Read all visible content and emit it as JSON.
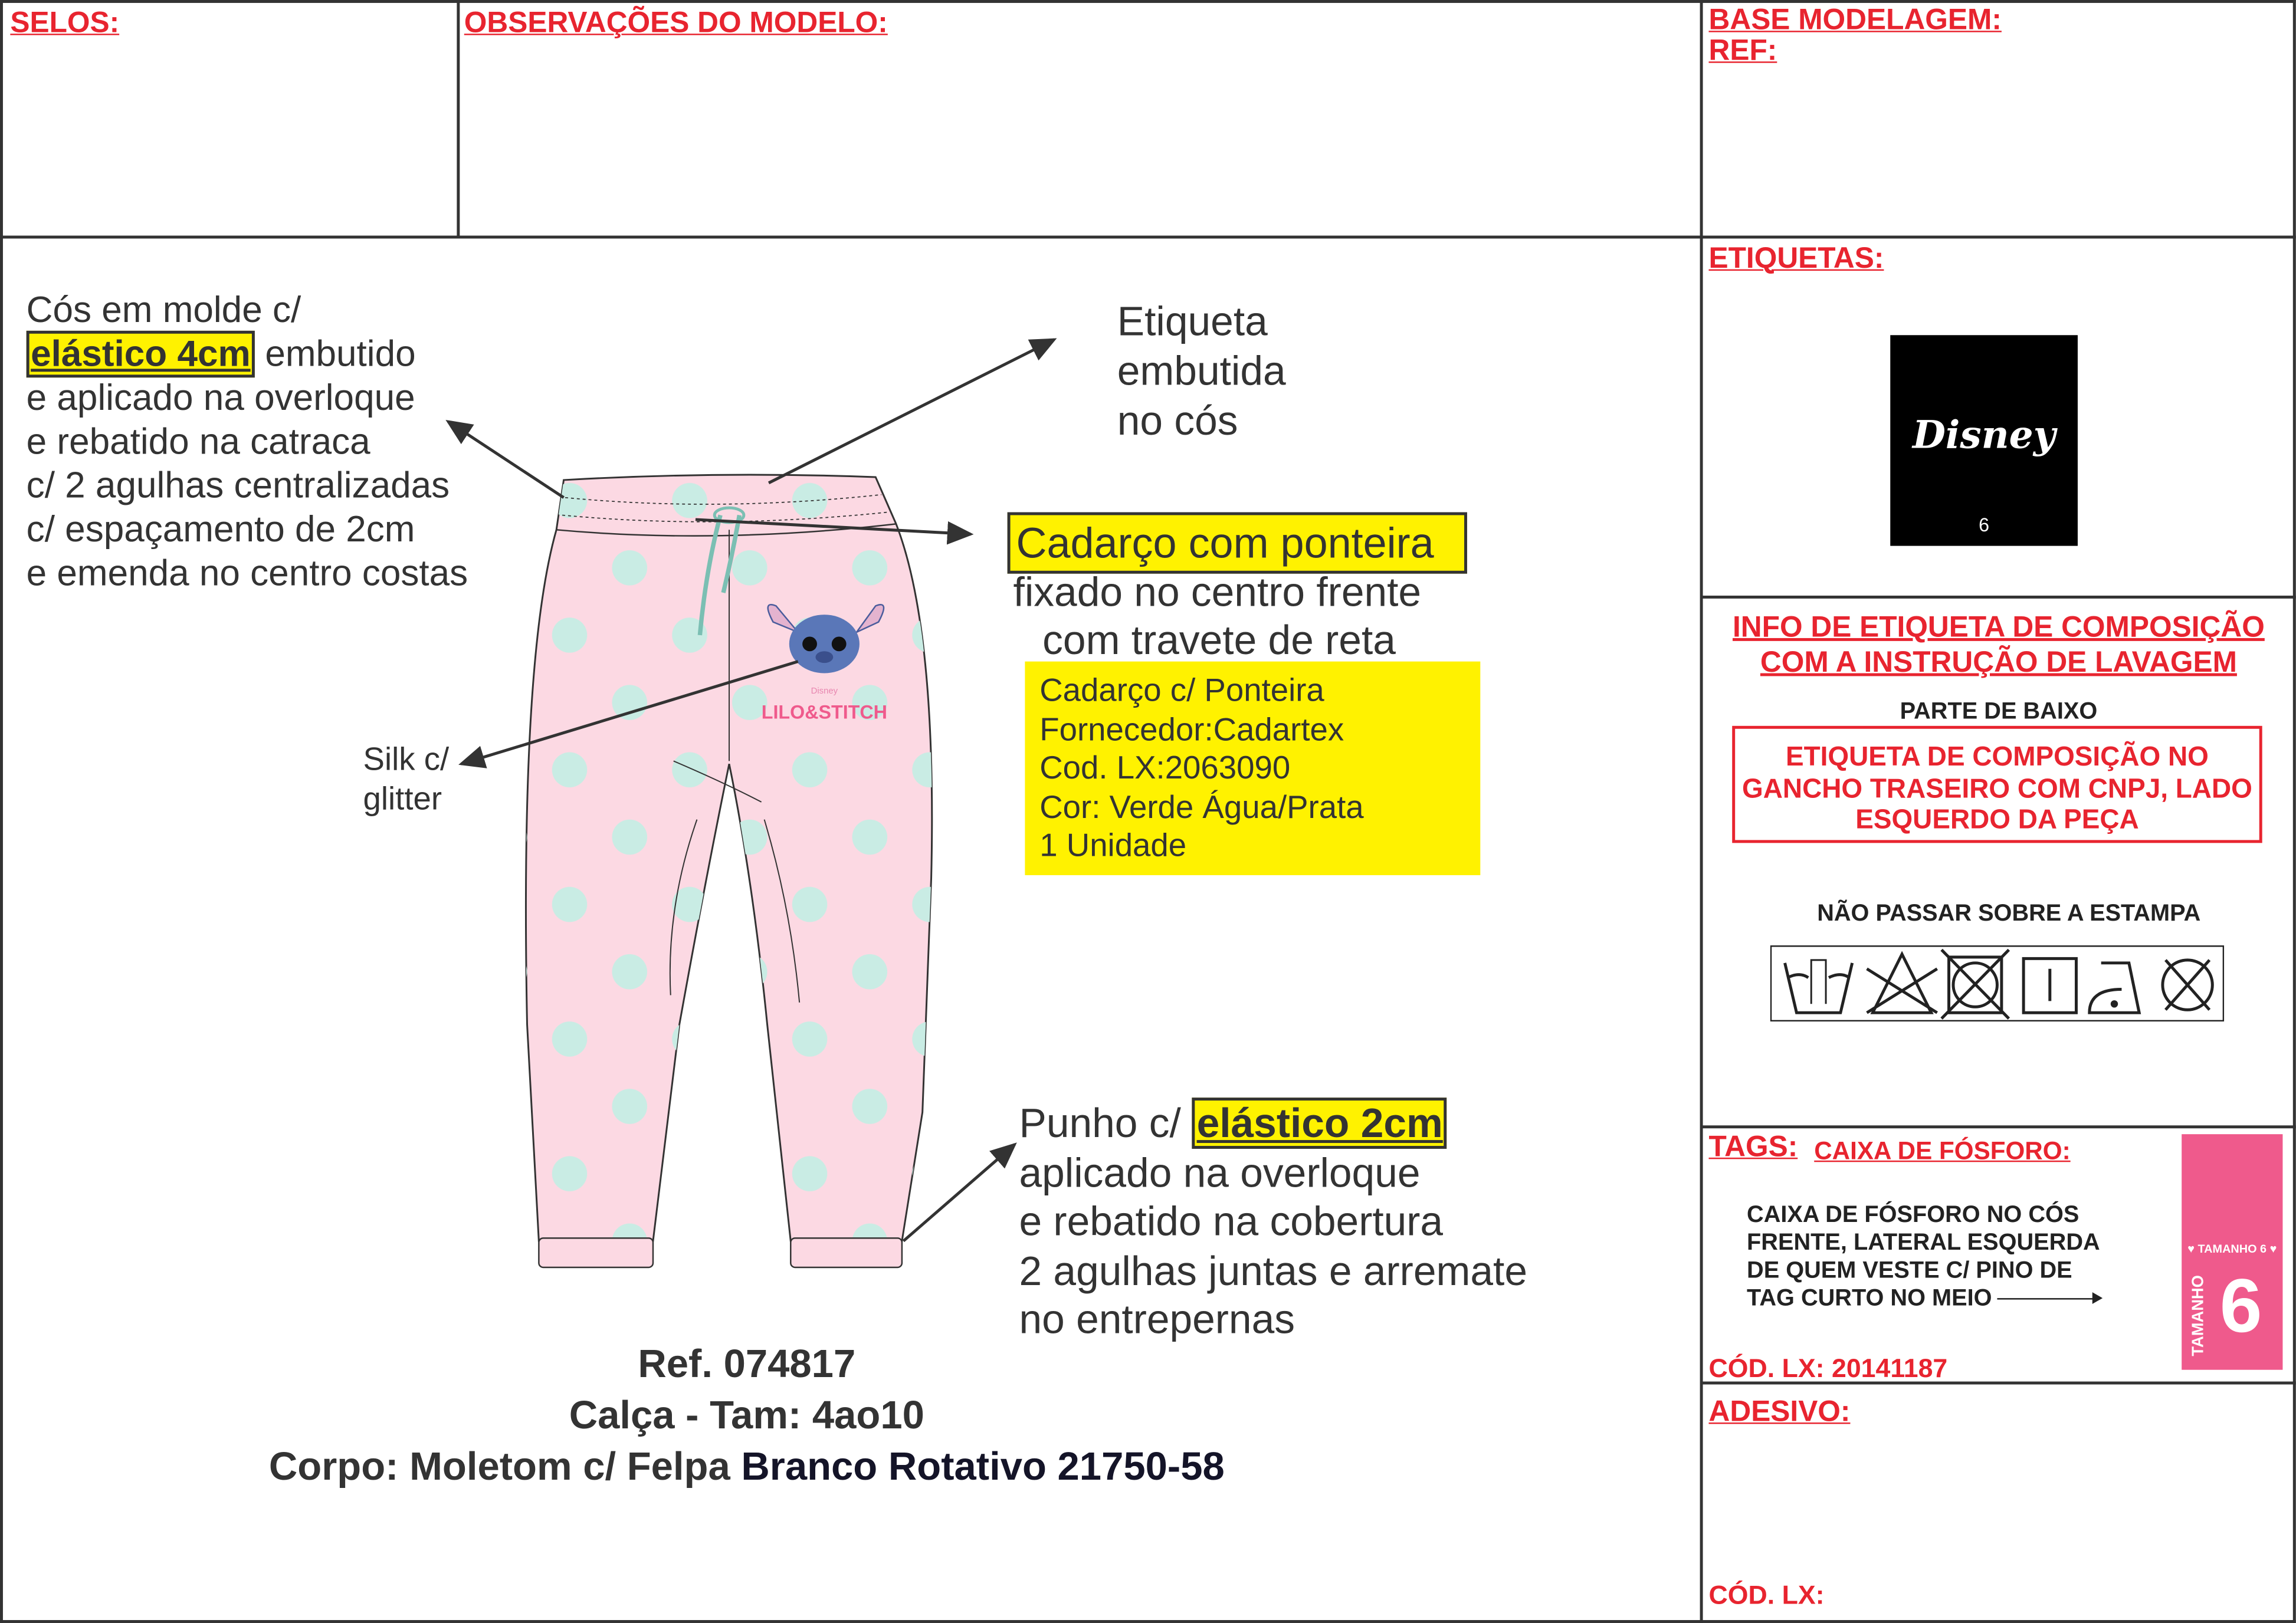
{
  "header": {
    "selos": "SELOS:",
    "observacoes": "OBSERVAÇÕES DO MODELO:",
    "base_modelagem": "BASE MODELAGEM:",
    "ref": "REF:"
  },
  "annotations": {
    "cos": {
      "line1": "Cós em molde c/",
      "highlight": "elástico 4cm",
      "line2_rest": " embutido",
      "lines": [
        "e aplicado na overloque",
        "e rebatido na catraca",
        "c/ 2 agulhas centralizadas",
        "c/ espaçamento de 2cm",
        "e emenda no centro costas"
      ]
    },
    "etiqueta": [
      "Etiqueta",
      "embutida",
      "no cós"
    ],
    "cadarco": {
      "title": "Cadarço com ponteira",
      "line2": "fixado no centro frente",
      "line3": "com travete de reta",
      "details": [
        "Cadarço c/ Ponteira",
        "Fornecedor:Cadartex",
        "Cod. LX:2063090",
        "Cor: Verde Água/Prata",
        "1 Unidade"
      ]
    },
    "silk": [
      "Silk c/",
      "glitter"
    ],
    "punho": {
      "prefix": "Punho c/ ",
      "highlight": "elástico 2cm",
      "lines": [
        "aplicado na overloque",
        "e rebatido na cobertura",
        "2 agulhas juntas e arremate",
        "no entrepernas"
      ]
    }
  },
  "product": {
    "ref": "Ref. 074817",
    "name": "Calça - Tam: 4ao10",
    "body_prefix": "Corpo: Moletom c/ Felpa ",
    "body_fabric": "Branco Rotativo 21750-58",
    "print_logo": "LILO&STITCH",
    "print_brand": "Disney"
  },
  "etiquetas": {
    "title": "ETIQUETAS:",
    "label_brand": "Disney",
    "label_size": "6"
  },
  "composicao": {
    "title_line1": "INFO DE ETIQUETA DE COMPOSIÇÃO",
    "title_line2": "COM A INSTRUÇÃO DE LAVAGEM",
    "parte": "PARTE DE BAIXO",
    "box_lines": [
      "ETIQUETA DE COMPOSIÇÃO NO",
      "GANCHO TRASEIRO COM CNPJ, LADO",
      "ESQUERDO DA PEÇA"
    ],
    "warning": "NÃO PASSAR SOBRE A ESTAMPA",
    "care_symbols": [
      "hand-wash-icon",
      "do-not-bleach-icon",
      "do-not-tumble-dry-icon",
      "line-dry-icon",
      "iron-low-icon",
      "do-not-dry-clean-icon"
    ]
  },
  "tags": {
    "title": "TAGS:",
    "subtitle": "CAIXA DE FÓSFORO:",
    "lines": [
      "CAIXA DE FÓSFORO NO CÓS",
      "FRENTE, LATERAL ESQUERDA",
      "DE QUEM VESTE C/ PINO DE",
      "TAG CURTO NO MEIO"
    ],
    "code": "CÓD. LX: 20141187",
    "tag_top": "♥ TAMANHO 6 ♥",
    "tag_side": "TAMANHO",
    "tag_number": "6",
    "tag_color": "#ef5a8c"
  },
  "adesivo": {
    "title": "ADESIVO:",
    "code": "CÓD. LX:"
  },
  "colors": {
    "accent_red": "#e8242f",
    "highlight": "#fff200",
    "pants_pink": "#fcd9e3",
    "dots": "#c9ece4"
  }
}
